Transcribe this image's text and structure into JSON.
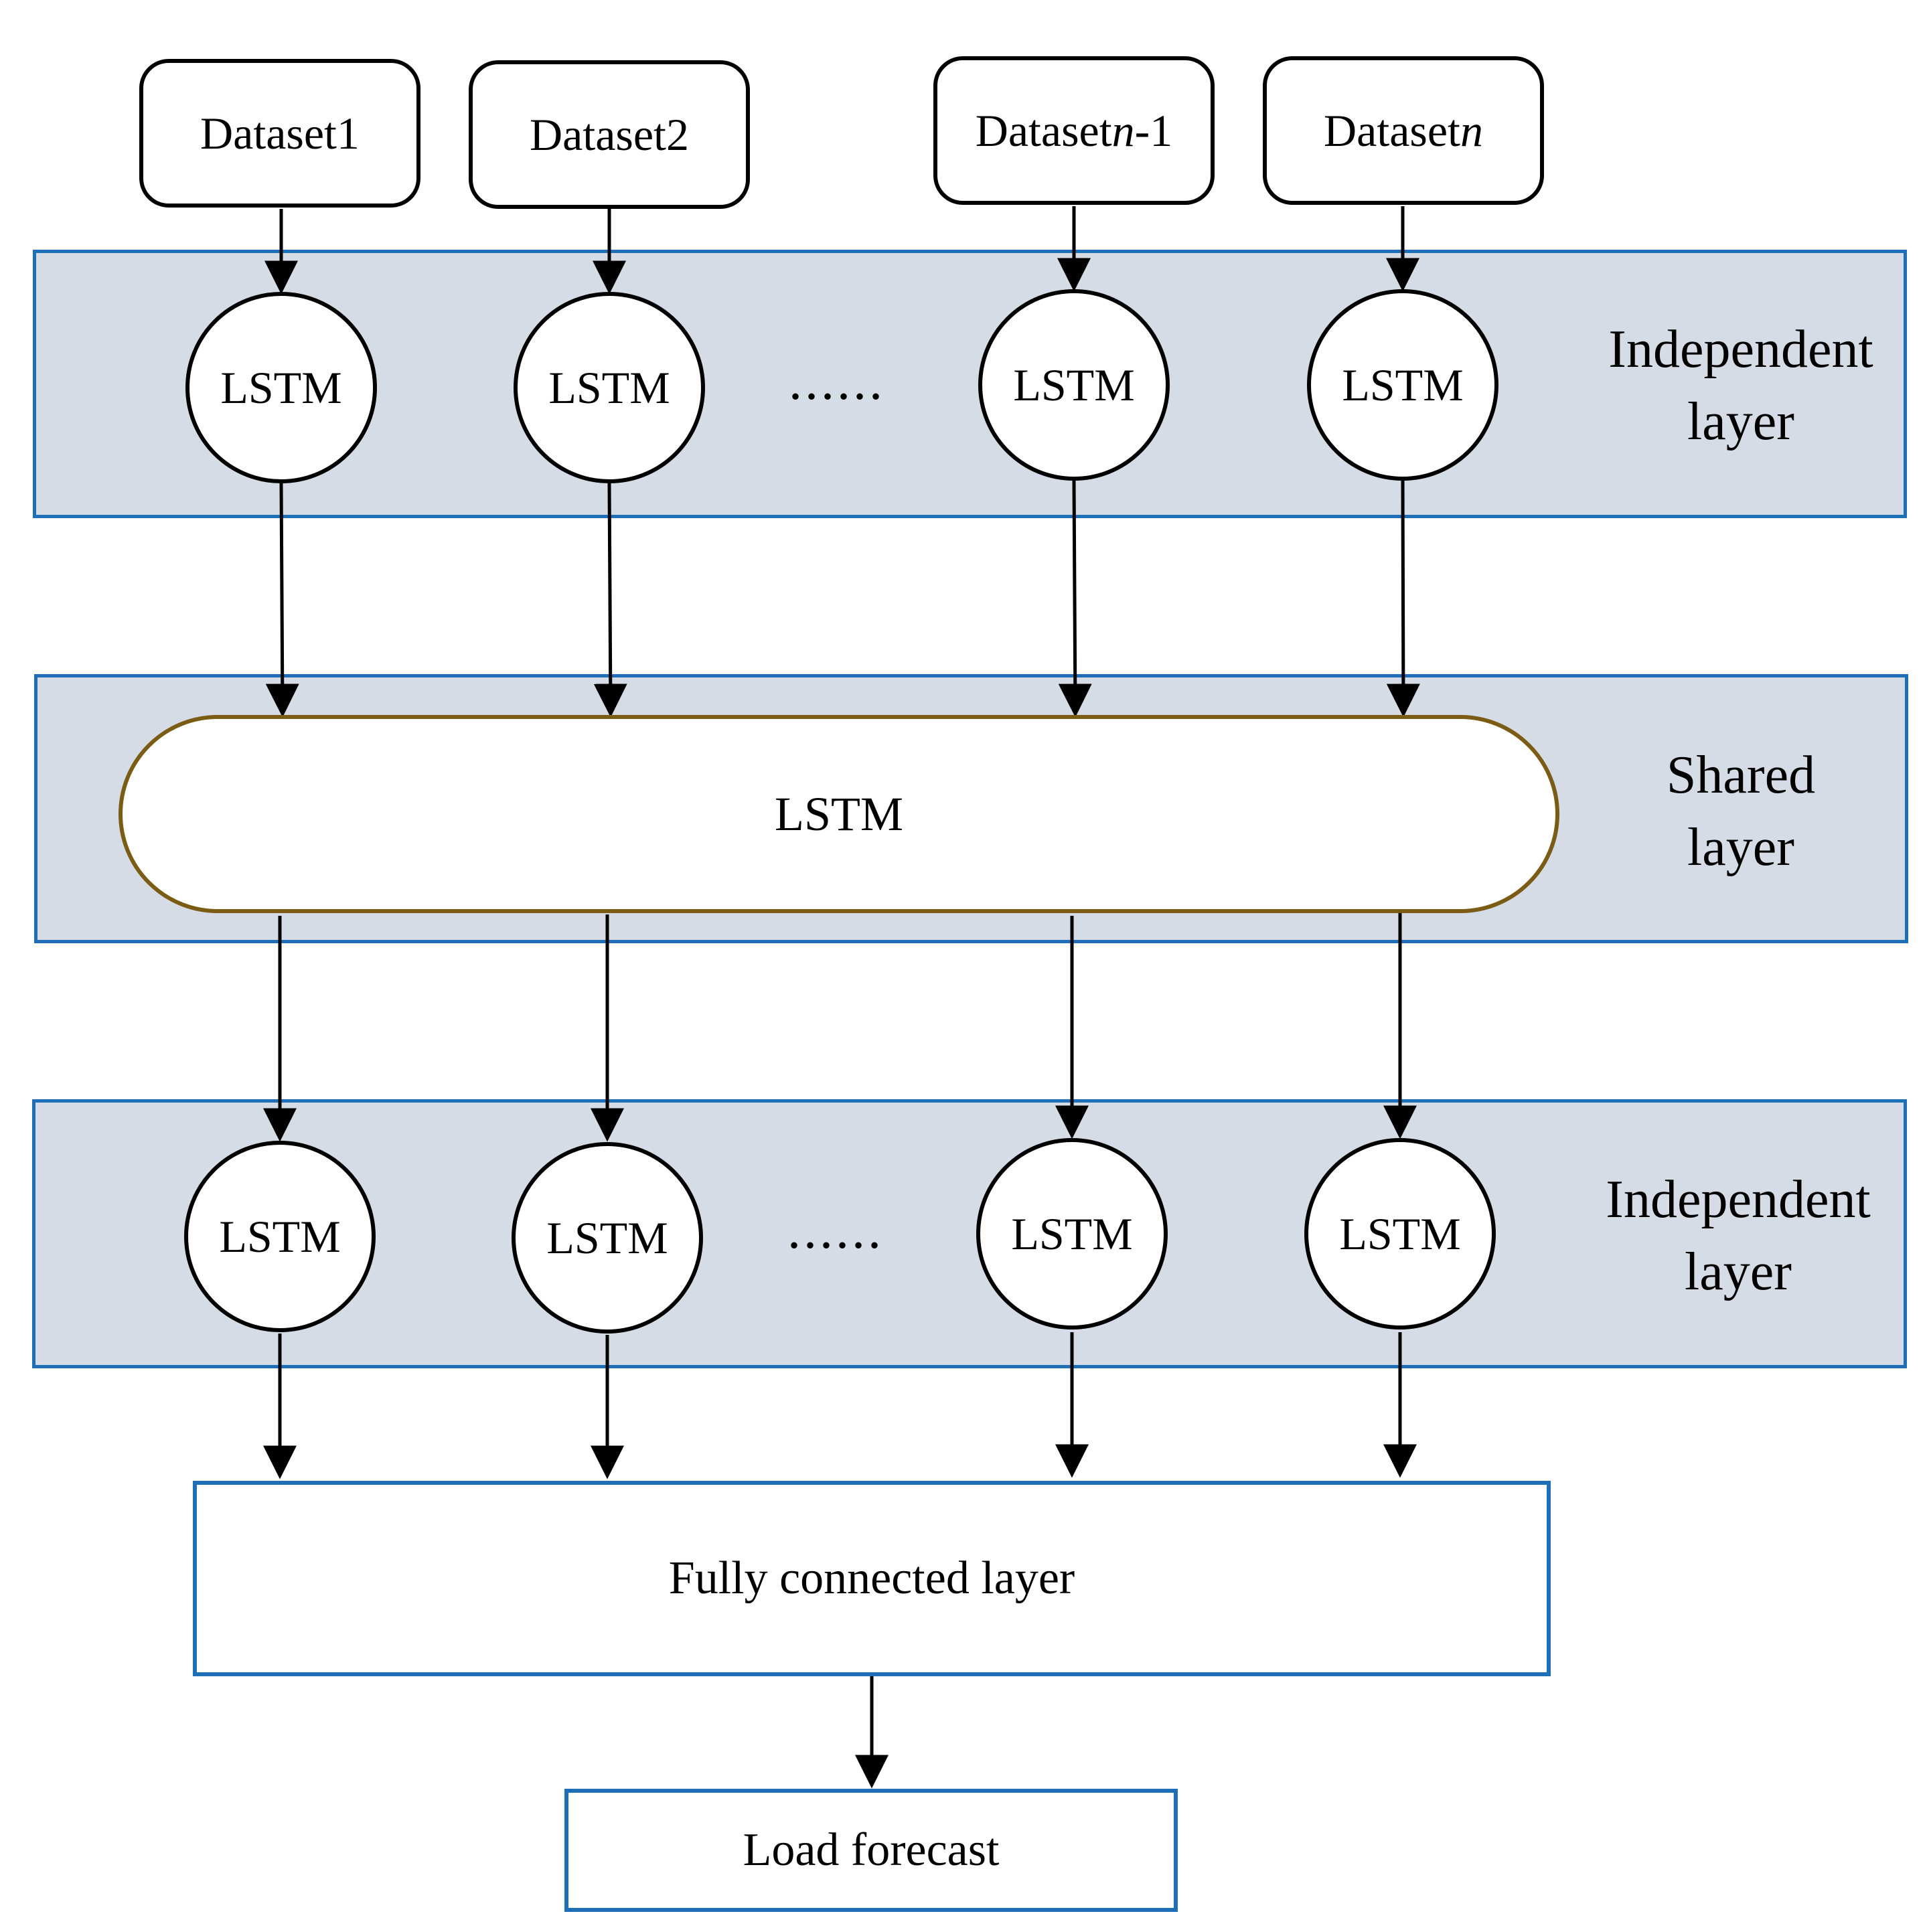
{
  "datasets": [
    {
      "prefix": "Dataset ",
      "var": "",
      "suffix": "1"
    },
    {
      "prefix": "Dataset ",
      "var": "",
      "suffix": "2"
    },
    {
      "prefix": "Dataset ",
      "var": "n",
      "suffix": "-1"
    },
    {
      "prefix": "Dataset ",
      "var": "n",
      "suffix": ""
    }
  ],
  "independent_layer_top": {
    "label_line1": "Independent",
    "label_line2": "layer",
    "nodes": [
      "LSTM",
      "LSTM",
      "LSTM",
      "LSTM"
    ],
    "ellipsis": "......"
  },
  "shared_layer": {
    "label_line1": "Shared",
    "label_line2": "layer",
    "node": "LSTM"
  },
  "independent_layer_bottom": {
    "label_line1": "Independent",
    "label_line2": "layer",
    "nodes": [
      "LSTM",
      "LSTM",
      "LSTM",
      "LSTM"
    ],
    "ellipsis": "......"
  },
  "fully_connected": {
    "label": "Fully connected layer"
  },
  "output": {
    "label": "Load forecast"
  },
  "colors": {
    "band_fill": "#d6dce6",
    "band_border": "#1f6fb8",
    "shared_border": "#7a5c14",
    "line": "#000000"
  }
}
